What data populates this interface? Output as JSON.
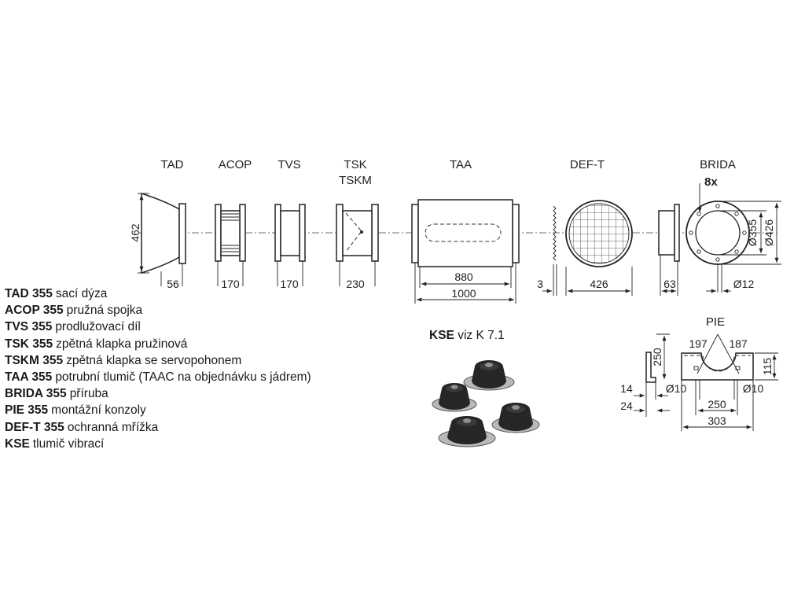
{
  "components": {
    "tad": "TAD",
    "acop": "ACOP",
    "tvs": "TVS",
    "tsk": "TSK",
    "tskm": "TSKM",
    "taa": "TAA",
    "def_t": "DEF-T",
    "brida": "BRIDA",
    "pie": "PIE"
  },
  "dimensions": {
    "tad_height": "462",
    "tad_len": "56",
    "acop_len": "170",
    "tvs_len": "170",
    "tsk_len": "230",
    "taa_inner": "880",
    "taa_total": "1000",
    "deft_thick": "3",
    "deft_dia": "426",
    "brida_len": "63",
    "brida_holes": "8x",
    "brida_d355": "Ø355",
    "brida_d426": "Ø426",
    "brida_hole": "Ø12",
    "pie_197": "197",
    "pie_187": "187",
    "pie_250v": "250",
    "pie_115": "115",
    "pie_14": "14",
    "pie_24": "24",
    "pie_d10a": "Ø10",
    "pie_d10b": "Ø10",
    "pie_250h": "250",
    "pie_303": "303"
  },
  "kse": {
    "code": "KSE",
    "ref": "viz K 7.1"
  },
  "legend": [
    {
      "code": "TAD 355",
      "desc": "sací dýza"
    },
    {
      "code": "ACOP 355",
      "desc": "pružná spojka"
    },
    {
      "code": "TVS 355",
      "desc": "prodlužovací díl"
    },
    {
      "code": "TSK 355",
      "desc": "zpětná klapka pružinová"
    },
    {
      "code": "TSKM 355",
      "desc": "zpětná klapka se servopohonem"
    },
    {
      "code": "TAA 355",
      "desc": "potrubní tlumič (TAAC na objednávku s jádrem)"
    },
    {
      "code": "BRIDA 355",
      "desc": "příruba"
    },
    {
      "code": "PIE 355",
      "desc": "montážní konzoly"
    },
    {
      "code": "DEF-T 355",
      "desc": "ochranná mřížka"
    },
    {
      "code": "KSE",
      "desc": "tlumič vibrací"
    }
  ]
}
